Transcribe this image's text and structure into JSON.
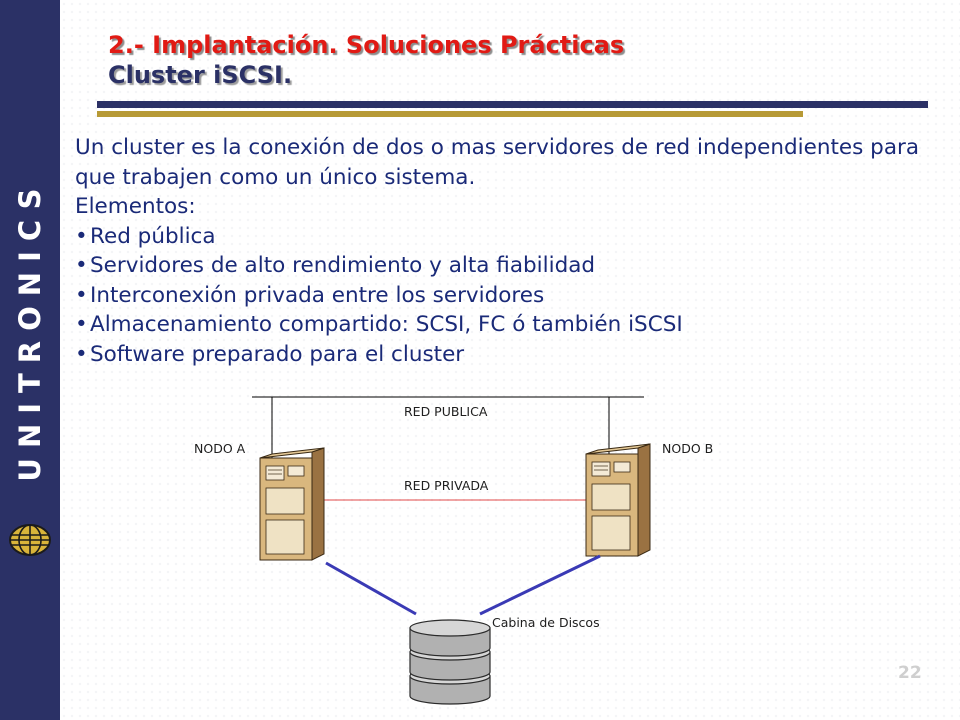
{
  "brand": {
    "name": "UNITRONICS",
    "accent": "#2b3166",
    "gold": "#b79a36",
    "red": "#e11a14"
  },
  "header": {
    "title": "2.- Implantación. Soluciones Prácticas",
    "subtitle": "Cluster iSCSI."
  },
  "body": {
    "paragraph": "Un cluster es la conexión de dos o mas servidores de red independientes para que trabajen como un único sistema.",
    "elements_heading": "Elementos:",
    "bullets": [
      "Red pública",
      "Servidores de alto rendimiento y alta fiabilidad",
      "Interconexión privada entre los servidores",
      "Almacenamiento compartido: SCSI, FC ó también iSCSI",
      "Software preparado para el cluster"
    ]
  },
  "diagram": {
    "public_network": "RED PUBLICA",
    "private_network": "RED PRIVADA",
    "node_a": "NODO A",
    "node_b": "NODO B",
    "storage": "Cabina de Discos"
  },
  "footer": {
    "page_number": "22"
  }
}
